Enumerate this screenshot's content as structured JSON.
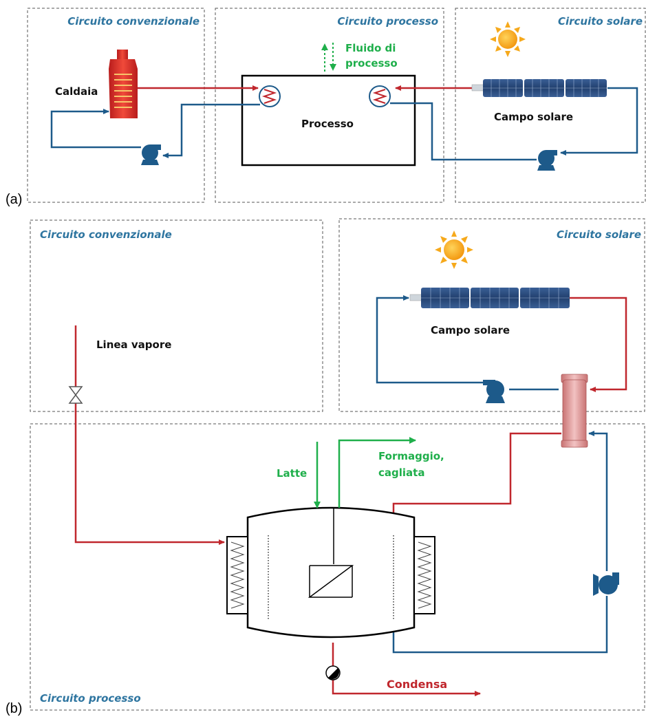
{
  "colors": {
    "hot": "#c0272d",
    "cold": "#1d5a8a",
    "process": "#1faf4b",
    "title": "#2e75a0",
    "solar_panel": "#2a4a7a",
    "boiler": "#e53232",
    "sun": "#f6a91b",
    "exchanger_body": "#e4a0a0"
  },
  "panel_a": {
    "tag": "(a)",
    "box_conventional_title": "Circuito convenzionale",
    "box_process_title": "Circuito processo",
    "box_solar_title": "Circuito solare",
    "boiler_label": "Caldaia",
    "process_label": "Processo",
    "fluid_label_line1": "Fluido di",
    "fluid_label_line2": "processo",
    "solar_field_label": "Campo solare"
  },
  "panel_b": {
    "tag": "(b)",
    "box_conventional_title": "Circuito convenzionale",
    "box_solar_title": "Circuito solare",
    "box_process_title": "Circuito processo",
    "steam_line_label": "Linea vapore",
    "solar_field_label": "Campo solare",
    "milk_label": "Latte",
    "cheese_label_line1": "Formaggio,",
    "cheese_label_line2": "cagliata",
    "condensate_label": "Condensa"
  }
}
